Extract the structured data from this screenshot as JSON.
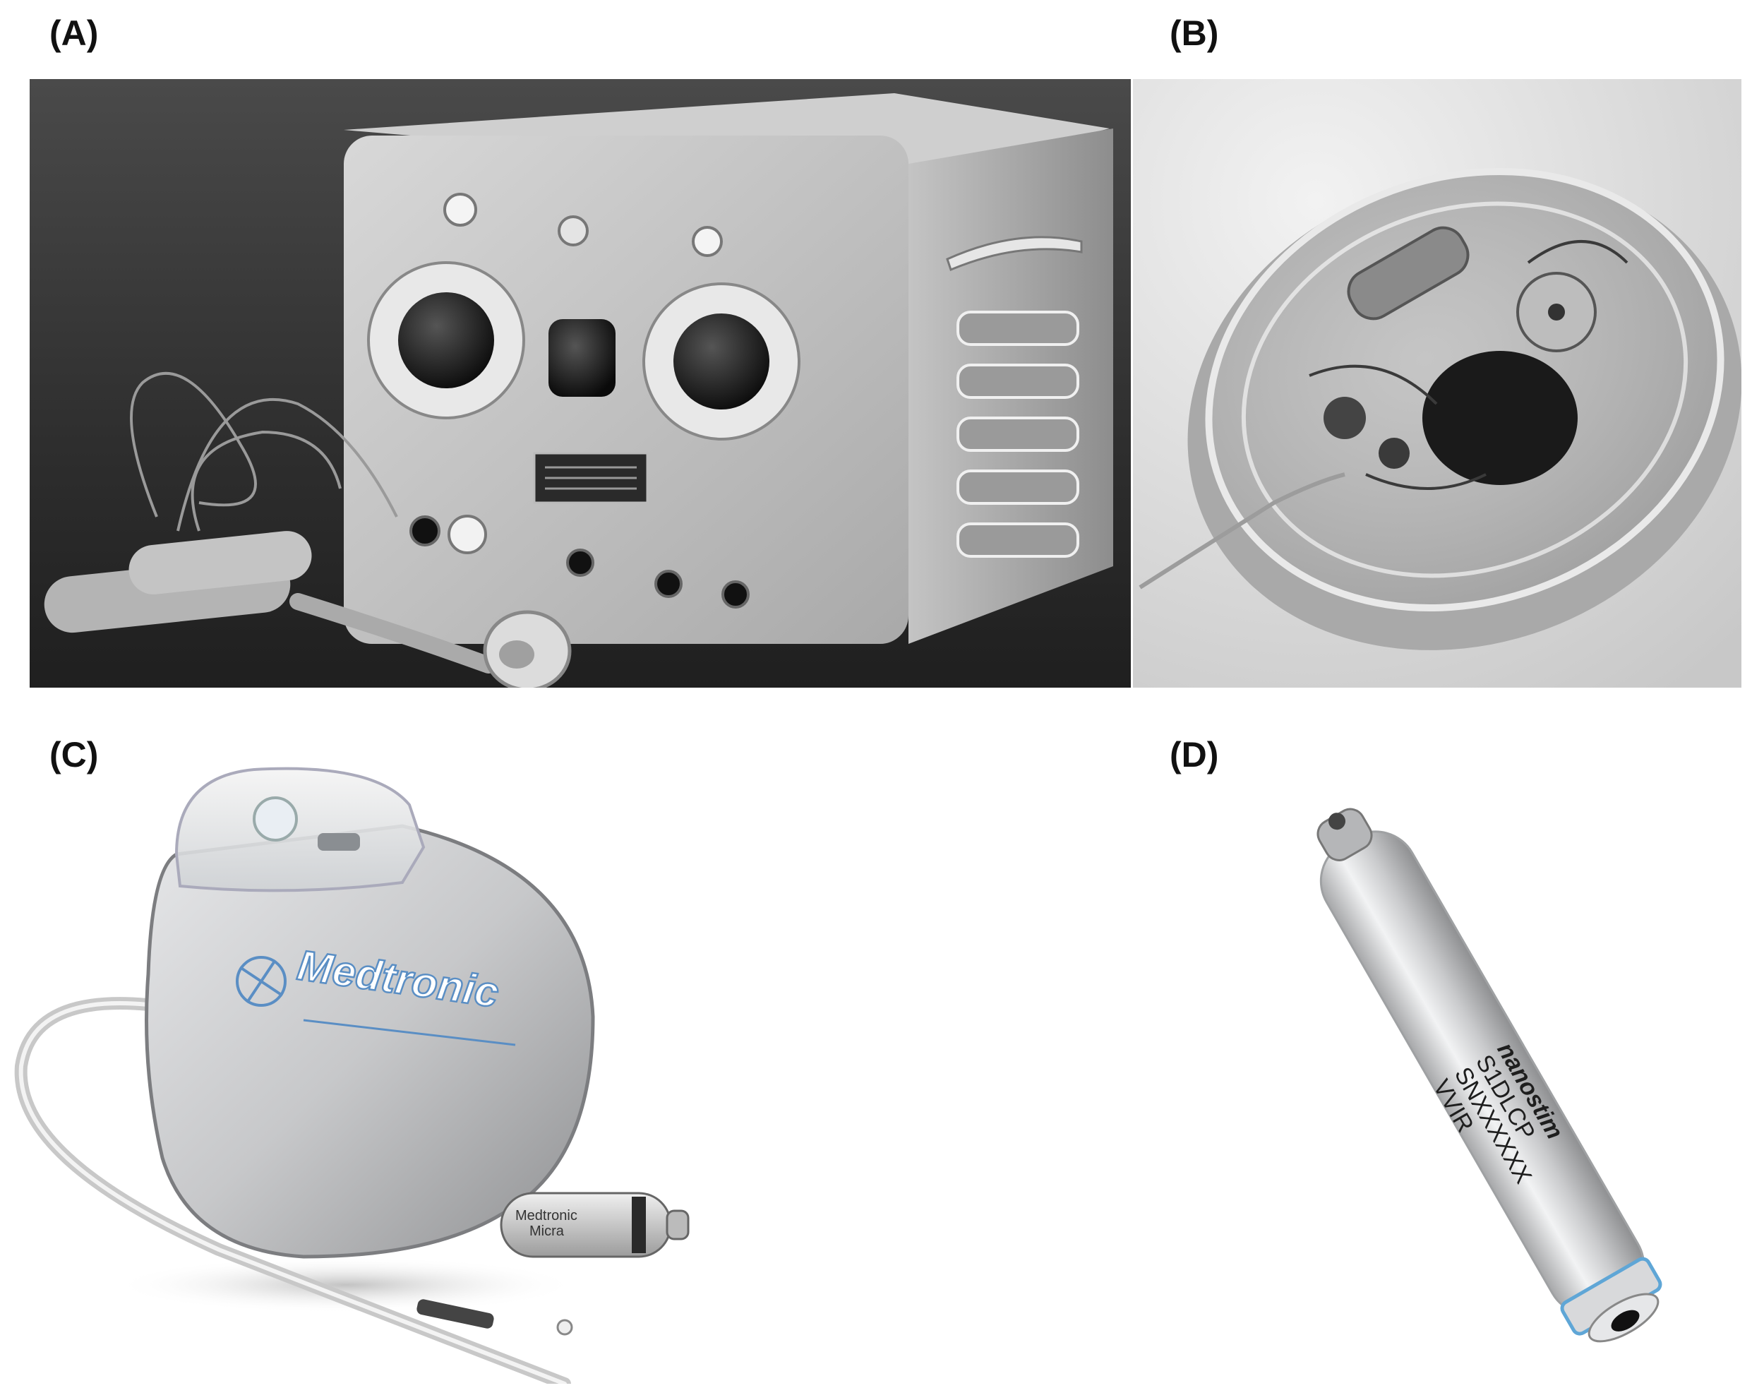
{
  "figure": {
    "panels": [
      {
        "id": "A",
        "label": "(A)",
        "subject": "external-pacemaker-cabinet",
        "style": "grayscale-photo"
      },
      {
        "id": "B",
        "label": "(B)",
        "subject": "early-implantable-pacemaker-epoxy-disc",
        "style": "grayscale-photo"
      },
      {
        "id": "C",
        "label": "(C)",
        "subject": "modern-pacemaker-with-lead-and-leadless-capsule",
        "style": "color-render",
        "device_brand": "Medtronic",
        "capsule_text": [
          "Medtronic",
          "Micra"
        ]
      },
      {
        "id": "D",
        "label": "(D)",
        "subject": "leadless-pacemaker",
        "style": "color-render",
        "engraving": [
          "nanostim",
          "S1DLCP",
          "SNXXXXXX",
          "VVIR"
        ]
      }
    ]
  },
  "colors": {
    "photo_bg_a": "#3a3a3a",
    "photo_bg_b": "#e4e4e4",
    "device_silver": "#c9cacc",
    "medtronic_blue": "#5a8ec4"
  }
}
